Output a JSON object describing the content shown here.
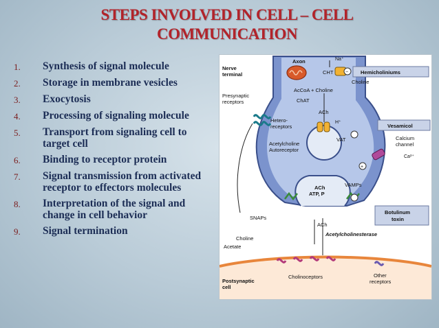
{
  "slide": {
    "title_line1": "STEPS INVOLVED IN CELL – CELL",
    "title_line2": "COMMUNICATION"
  },
  "steps": [
    {
      "number": "1.",
      "text": "Synthesis of signal molecule"
    },
    {
      "number": "2.",
      "text": "Storage in membrane vesicles"
    },
    {
      "number": "3.",
      "text": "Exocytosis"
    },
    {
      "number": "4.",
      "text": "Processing of signaling molecule"
    },
    {
      "number": "5.",
      "text": "Transport from signaling cell to target cell"
    },
    {
      "number": "6.",
      "text": " Binding to receptor protein"
    },
    {
      "number": "7.",
      "text": "Signal transmission from activated receptor to effectors molecules"
    },
    {
      "number": "8.",
      "text": "Interpretation of the signal and change in cell behavior"
    },
    {
      "number": "9.",
      "text": "Signal termination"
    }
  ],
  "figure": {
    "na": "Na⁺",
    "axon": "Axon",
    "nerve_terminal_1": "Nerve",
    "nerve_terminal_2": "terminal",
    "cht": "CHT",
    "minus": "−",
    "plus": "+",
    "hemicholiniums": "Hemicholiniums",
    "choline_top": "Choline",
    "acoa_choline": "AcCoA + Choline",
    "chat": "ChAT",
    "presynaptic_1": "Presynaptic",
    "presynaptic_2": "receptors",
    "ach_top": "ACh",
    "hetero_1": "Hetero-",
    "hetero_2": "receptors",
    "h_plus": "H⁺",
    "vesamicol": "Vesamicol",
    "vat": "VAT",
    "calcium_1": "Calcium",
    "calcium_2": "channel",
    "ca": "Ca²⁺",
    "ach_auto_1": "Acetylcholine",
    "ach_auto_2": "Autoreceptor",
    "vamps": "VAMPs",
    "ach_vesicle": "ACh",
    "atp_p": "ATP, P",
    "botulinum_1": "Botulinum",
    "botulinum_2": "toxin",
    "snaps": "SNAPs",
    "ach_cleft": "ACh",
    "choline_bottom": "Choline",
    "acetate": "Acetate",
    "acetylcholinesterase": "Acetylcholinesterase",
    "postsynaptic_1": "Postsynaptic",
    "postsynaptic_2": "cell",
    "cholinoceptors": "Cholinoceptors",
    "other_receptors_1": "Other",
    "other_receptors_2": "receptors"
  },
  "colors": {
    "title": "#b2232a",
    "step_text": "#1c2d55",
    "step_number": "#7a1c1c",
    "terminal_fill": "#7b93cd",
    "terminal_inner": "#b6c7e9",
    "membrane_orange": "#e8863c",
    "inhibitor_box": "#c9d3e8"
  }
}
